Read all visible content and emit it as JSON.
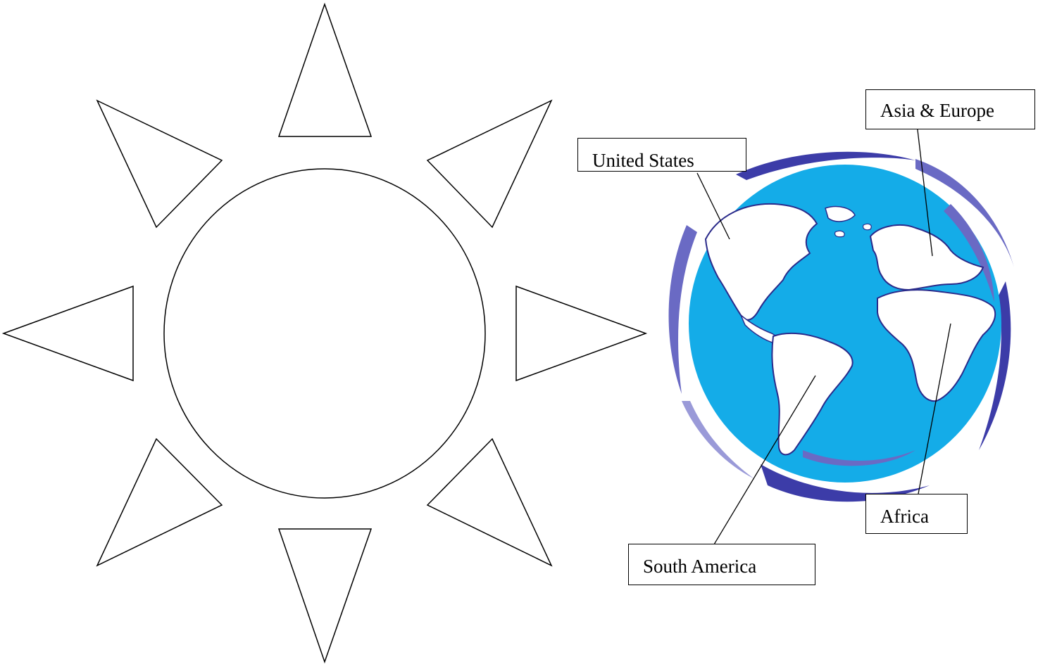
{
  "diagram": {
    "sun": {
      "icon": "sun-outline-icon",
      "ray_count": 8
    },
    "globe": {
      "icon": "globe-icon",
      "colors": {
        "ocean": "#14ace8",
        "swirl_dark": "#3c3ca8",
        "swirl_mid": "#6a6ac4",
        "swirl_light": "#9a9ad8",
        "land": "#ffffff"
      }
    },
    "labels": {
      "united_states": "United States",
      "asia_europe": "Asia & Europe",
      "africa": "Africa",
      "south_america": "South America"
    }
  }
}
